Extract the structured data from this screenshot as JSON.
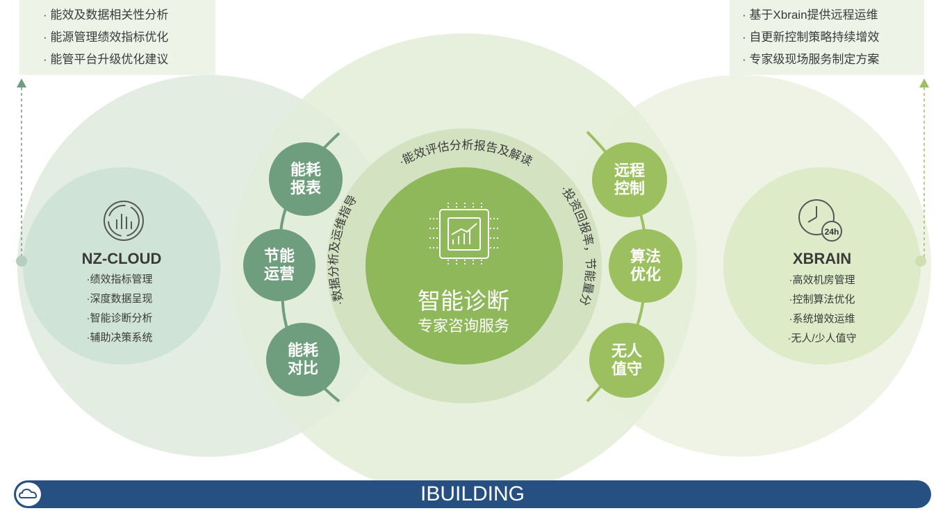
{
  "top_left_list": [
    "能效及数据相关性分析",
    "能源管理绩效指标优化",
    "能管平台升级优化建议"
  ],
  "top_right_list": [
    "基于Xbrain提供远程运维",
    "自更新控制策略持续增效",
    "专家级现场服务制定方案"
  ],
  "left_panel": {
    "title": "NZ-CLOUD",
    "icon": "bar-chart-cycle-icon",
    "items": [
      "绩效指标管理",
      "深度数据呈现",
      "智能诊断分析",
      "辅助决策系统"
    ]
  },
  "right_panel": {
    "title": "XBRAIN",
    "icon": "clock-24h-icon",
    "items": [
      "高效机房管理",
      "控制算法优化",
      "系统增效运维",
      "无人/少人值守"
    ]
  },
  "left_nodes": [
    {
      "line1": "能耗",
      "line2": "报表"
    },
    {
      "line1": "节能",
      "line2": "运营"
    },
    {
      "line1": "能耗",
      "line2": "对比"
    }
  ],
  "right_nodes": [
    {
      "line1": "远程",
      "line2": "控制"
    },
    {
      "line1": "算法",
      "line2": "优化"
    },
    {
      "line1": "无人",
      "line2": "值守"
    }
  ],
  "center": {
    "title": "智能诊断",
    "subtitle": "专家咨询服务",
    "icon": "chip-chart-icon"
  },
  "arc_texts": {
    "top": "·能效评估分析报告及解读",
    "left": "·数据分析及运维指导",
    "right": "·投资回报率，节能量分"
  },
  "footer": {
    "label": "IBUILDING",
    "icon": "cloud-icon"
  },
  "colors": {
    "dark_green": "#6e9e7d",
    "light_green": "#9cc05f",
    "center_green": "#8fb85a",
    "footer_blue": "#264f82"
  }
}
